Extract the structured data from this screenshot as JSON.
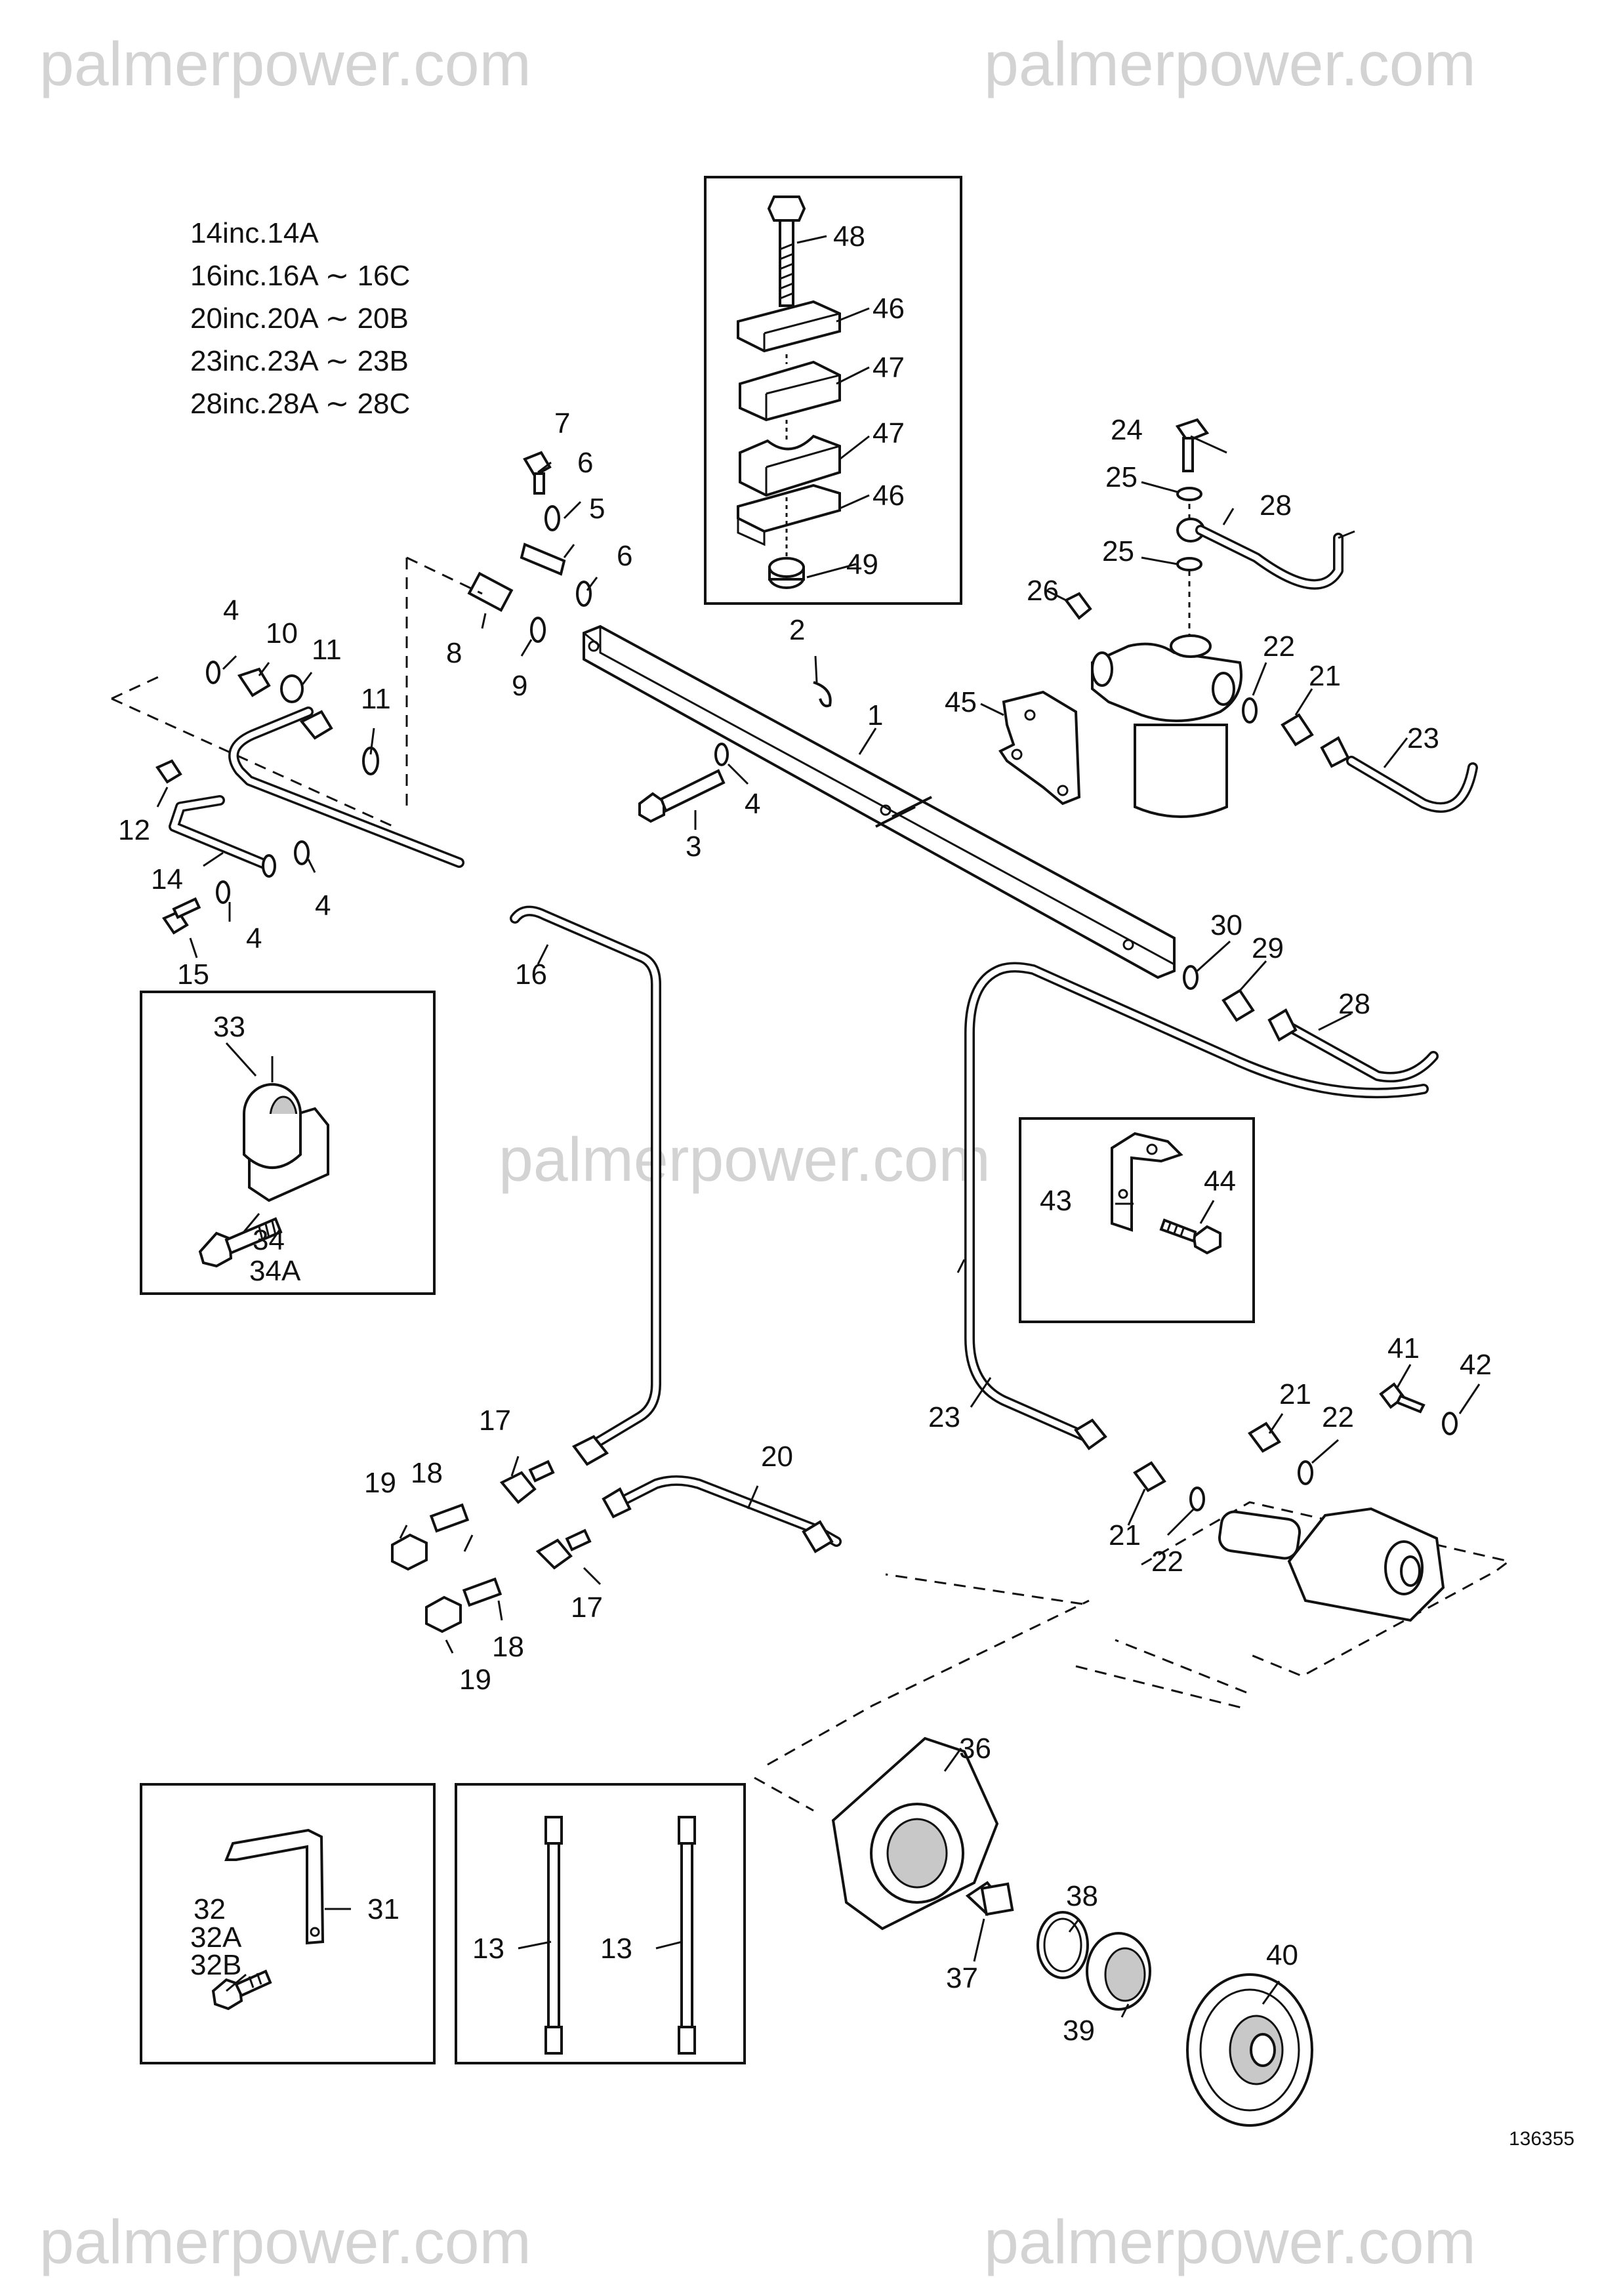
{
  "watermarks": [
    "palmerpower.com",
    "palmerpower.com",
    "palmerpower.com",
    "palmerpower.com",
    "palmerpower.com"
  ],
  "notes": [
    "14inc.14A",
    "16inc.16A ∼ 16C",
    "20inc.20A ∼ 20B",
    "23inc.23A ∼ 23B",
    "28inc.28A ∼ 28C"
  ],
  "labels": {
    "p1": "1",
    "p2": "2",
    "p3": "3",
    "p4a": "4",
    "p4b": "4",
    "p4c": "4",
    "p4d": "4",
    "p5": "5",
    "p6a": "6",
    "p6b": "6",
    "p7": "7",
    "p8": "8",
    "p9": "9",
    "p10": "10",
    "p11a": "11",
    "p11b": "11",
    "p12": "12",
    "p13a": "13",
    "p13b": "13",
    "p14": "14",
    "p15": "15",
    "p16": "16",
    "p17a": "17",
    "p17b": "17",
    "p18a": "18",
    "p18b": "18",
    "p19a": "19",
    "p19b": "19",
    "p20": "20",
    "p21a": "21",
    "p21b": "21",
    "p21c": "21",
    "p22a": "22",
    "p22b": "22",
    "p22c": "22",
    "p23a": "23",
    "p23b": "23",
    "p24": "24",
    "p25a": "25",
    "p25b": "25",
    "p26": "26",
    "p28a": "28",
    "p28b": "28",
    "p29": "29",
    "p30": "30",
    "p31": "31",
    "p32": "32",
    "p32A": "32A",
    "p32B": "32B",
    "p33": "33",
    "p34": "34",
    "p34A": "34A",
    "p36": "36",
    "p37": "37",
    "p38": "38",
    "p39": "39",
    "p40": "40",
    "p41": "41",
    "p42": "42",
    "p43": "43",
    "p44": "44",
    "p45": "45",
    "p46a": "46",
    "p46b": "46",
    "p47a": "47",
    "p47b": "47",
    "p48": "48",
    "p49": "49"
  },
  "drawing_number": "136355"
}
